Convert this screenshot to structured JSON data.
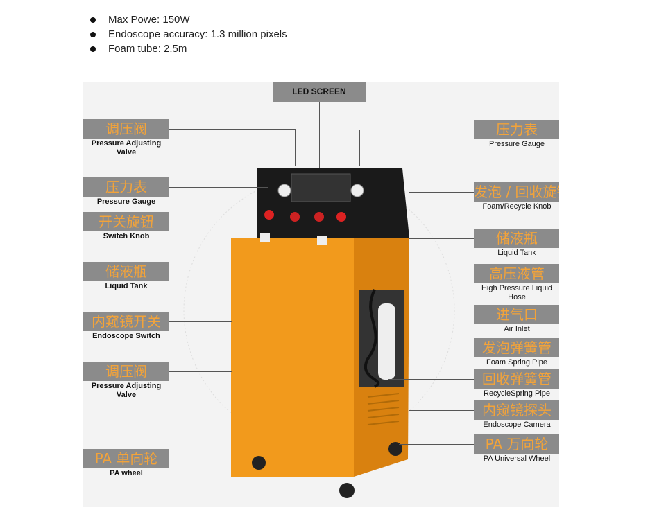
{
  "bullets": [
    "Max Powe: 150W",
    "Endoscope accuracy: 1.3 million pixels",
    "Foam tube: 2.5m"
  ],
  "led_screen": "LED SCREEN",
  "left_labels": [
    {
      "zh": "调压阀",
      "en": "Pressure Adjusting Valve"
    },
    {
      "zh": "压力表",
      "en": "Pressure Gauge"
    },
    {
      "zh": "开关旋钮",
      "en": "Switch Knob"
    },
    {
      "zh": "储液瓶",
      "en": "Liquid Tank"
    },
    {
      "zh": "内窥镜开关",
      "en": "Endoscope Switch"
    },
    {
      "zh": "调压阀",
      "en": "Pressure Adjusting Valve"
    },
    {
      "zh": "PA 单向轮",
      "en": "PA wheel"
    }
  ],
  "right_labels": [
    {
      "zh": "压力表",
      "en": "Pressure Gauge"
    },
    {
      "zh": "发泡 / 回收旋钮",
      "en": "Foam/Recycle Knob"
    },
    {
      "zh": "储液瓶",
      "en": "Liquid Tank"
    },
    {
      "zh": "高压液管",
      "en": "High Pressure Liquid Hose"
    },
    {
      "zh": "进气口",
      "en": "Air Inlet"
    },
    {
      "zh": "发泡弹簧管",
      "en": "Foam Spring Pipe"
    },
    {
      "zh": "回收弹簧管",
      "en": "RecycleSpring Pipe"
    },
    {
      "zh": "内窥镜探头",
      "en": "Endoscope Camera"
    },
    {
      "zh": "PA 万向轮",
      "en": "PA Universal Wheel"
    }
  ],
  "colors": {
    "label_bg": "#8b8b8b",
    "label_zh": "#f2a33a",
    "machine_orange": "#f29a1c"
  }
}
